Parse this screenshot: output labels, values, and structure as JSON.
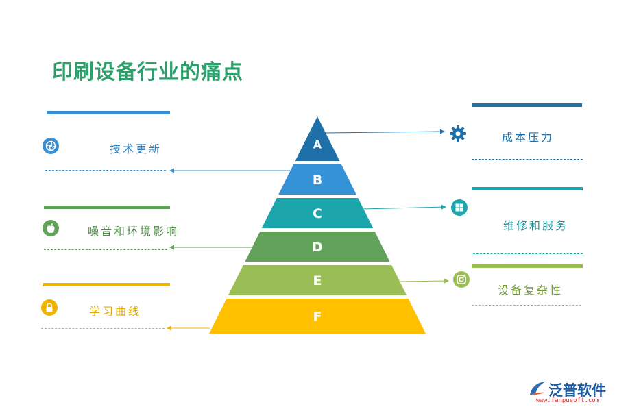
{
  "title": "印刷设备行业的痛点",
  "pyramid": {
    "levels": [
      {
        "letter": "A",
        "color": "#1f6fa8"
      },
      {
        "letter": "B",
        "color": "#3592d6"
      },
      {
        "letter": "C",
        "color": "#1ca6ab"
      },
      {
        "letter": "D",
        "color": "#62a15a"
      },
      {
        "letter": "E",
        "color": "#9bbd55"
      },
      {
        "letter": "F",
        "color": "#ffc000"
      }
    ]
  },
  "left_items": [
    {
      "label": "技术更新",
      "color": "#3a8fd0",
      "icon": "aperture-icon"
    },
    {
      "label": "噪音和环境影响",
      "color": "#62a15a",
      "icon": "apple-icon"
    },
    {
      "label": "学习曲线",
      "color": "#f0b400",
      "icon": "lock-icon"
    }
  ],
  "right_items": [
    {
      "label": "成本压力",
      "color": "#1f6fa8",
      "icon": "gear-icon"
    },
    {
      "label": "维修和服务",
      "color": "#1ca6ab",
      "icon": "windows-icon"
    },
    {
      "label": "设备复杂性",
      "color": "#8ab045",
      "icon": "instagram-icon"
    }
  ],
  "logo": {
    "name": "泛普软件",
    "url": "www.fanpusoft.com"
  }
}
